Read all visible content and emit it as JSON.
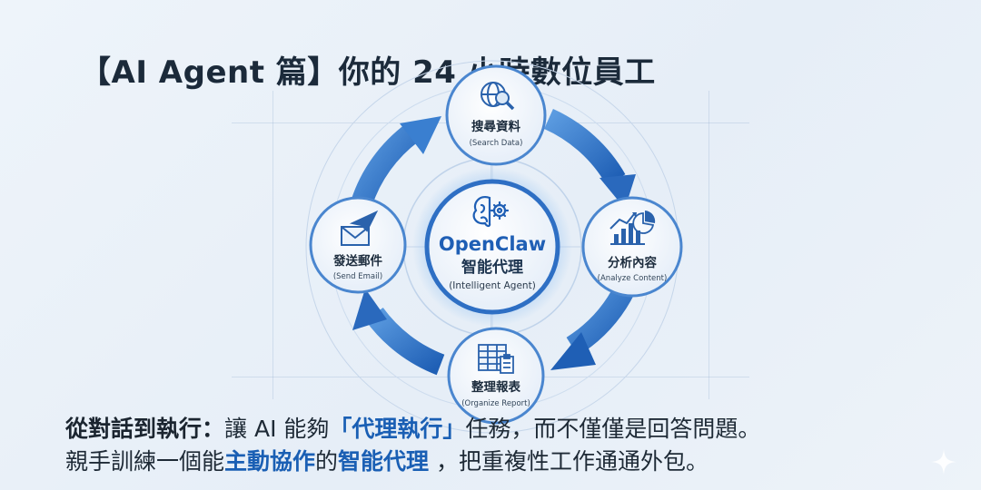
{
  "title": "【AI Agent 篇】你的 24 小時數位員工",
  "center": {
    "name": "OpenClaw",
    "zh": "智能代理",
    "en": "(Intelligent Agent)",
    "icon": "brain-gear-icon"
  },
  "nodes": [
    {
      "id": "search",
      "zh": "搜尋資料",
      "en": "(Search Data)",
      "icon": "globe-magnifier-icon"
    },
    {
      "id": "analyze",
      "zh": "分析內容",
      "en": "(Analyze Content)",
      "icon": "bar-chart-pie-icon"
    },
    {
      "id": "organize",
      "zh": "整理報表",
      "en": "(Organize Report)",
      "icon": "spreadsheet-clipboard-icon"
    },
    {
      "id": "email",
      "zh": "發送郵件",
      "en": "(Send Email)",
      "icon": "envelope-paper-plane-icon"
    }
  ],
  "bottom": {
    "line1": {
      "lead": "從對話到執行：",
      "t1": "讓 AI 能夠",
      "highlight": "「代理執行」",
      "t2": "任務，而不僅僅是回答問題。"
    },
    "line2": {
      "t1": "親手訓練一個能",
      "h1": "主動協作",
      "t2": "的",
      "h2": "智能代理",
      "t3": " ，把重複性工作通通外包。"
    }
  },
  "colors": {
    "arrow": "#2f73c8",
    "node_ring": "#4a86cf",
    "center_ring": "#2e6fc4",
    "highlight": "#1a5fb4",
    "title": "#1b2a3a"
  },
  "decor_icon": "sparkle-icon"
}
